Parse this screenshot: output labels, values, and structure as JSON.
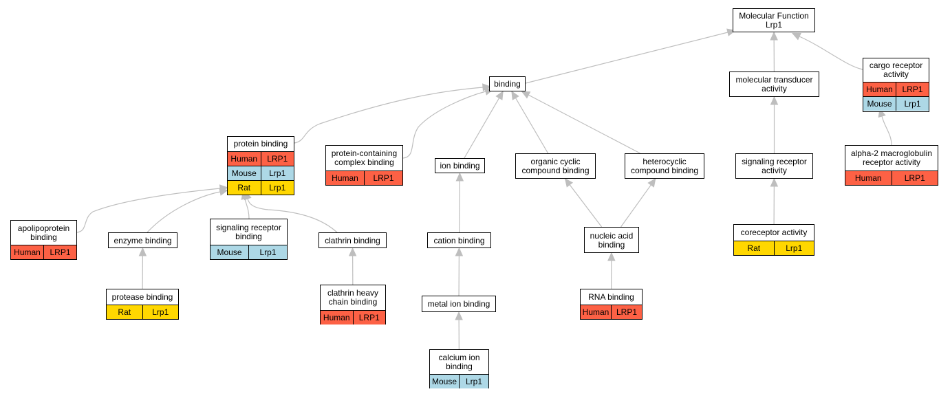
{
  "colors": {
    "Human": "#fd6145",
    "Mouse": "#add8e6",
    "Rat": "#ffd700",
    "edge": "#bebebe"
  },
  "nodes": {
    "molecular_function": {
      "label": "Molecular Function\nLrp1",
      "rows": []
    },
    "binding": {
      "label": "binding",
      "rows": []
    },
    "molecular_transducer": {
      "label": "molecular transducer\nactivity",
      "rows": []
    },
    "cargo_receptor": {
      "label": "cargo receptor\nactivity",
      "rows": [
        {
          "species": "Human",
          "gene": "LRP1"
        },
        {
          "species": "Mouse",
          "gene": "Lrp1"
        }
      ]
    },
    "protein_binding": {
      "label": "protein binding",
      "rows": [
        {
          "species": "Human",
          "gene": "LRP1"
        },
        {
          "species": "Mouse",
          "gene": "Lrp1"
        },
        {
          "species": "Rat",
          "gene": "Lrp1"
        }
      ]
    },
    "protein_containing_complex": {
      "label": "protein-containing\ncomplex binding",
      "rows": [
        {
          "species": "Human",
          "gene": "LRP1"
        }
      ]
    },
    "ion_binding": {
      "label": "ion binding",
      "rows": []
    },
    "organic_cyclic": {
      "label": "organic cyclic\ncompound binding",
      "rows": []
    },
    "heterocyclic": {
      "label": "heterocyclic\ncompound binding",
      "rows": []
    },
    "signaling_receptor_activity": {
      "label": "signaling receptor\nactivity",
      "rows": []
    },
    "alpha2_macroglobulin": {
      "label": "alpha-2 macroglobulin\nreceptor activity",
      "rows": [
        {
          "species": "Human",
          "gene": "LRP1"
        }
      ]
    },
    "apolipoprotein": {
      "label": "apolipoprotein\nbinding",
      "rows": [
        {
          "species": "Human",
          "gene": "LRP1"
        }
      ]
    },
    "enzyme_binding": {
      "label": "enzyme binding",
      "rows": []
    },
    "signaling_receptor_binding": {
      "label": "signaling receptor\nbinding",
      "rows": [
        {
          "species": "Mouse",
          "gene": "Lrp1"
        }
      ]
    },
    "clathrin_binding": {
      "label": "clathrin binding",
      "rows": []
    },
    "cation_binding": {
      "label": "cation binding",
      "rows": []
    },
    "nucleic_acid": {
      "label": "nucleic acid\nbinding",
      "rows": []
    },
    "coreceptor": {
      "label": "coreceptor activity",
      "rows": [
        {
          "species": "Rat",
          "gene": "Lrp1"
        }
      ]
    },
    "protease_binding": {
      "label": "protease binding",
      "rows": [
        {
          "species": "Rat",
          "gene": "Lrp1"
        }
      ]
    },
    "clathrin_heavy_chain": {
      "label": "clathrin heavy\nchain binding",
      "rows": [
        {
          "species": "Human",
          "gene": "LRP1"
        }
      ]
    },
    "metal_ion": {
      "label": "metal ion binding",
      "rows": []
    },
    "rna_binding": {
      "label": "RNA binding",
      "rows": [
        {
          "species": "Human",
          "gene": "LRP1"
        }
      ]
    },
    "calcium_ion": {
      "label": "calcium ion\nbinding",
      "rows": [
        {
          "species": "Mouse",
          "gene": "Lrp1"
        }
      ]
    }
  },
  "edges": [
    {
      "from": "binding",
      "to": "molecular_function"
    },
    {
      "from": "molecular_transducer",
      "to": "molecular_function"
    },
    {
      "from": "cargo_receptor",
      "to": "molecular_function"
    },
    {
      "from": "protein_binding",
      "to": "binding"
    },
    {
      "from": "protein_containing_complex",
      "to": "binding"
    },
    {
      "from": "ion_binding",
      "to": "binding"
    },
    {
      "from": "organic_cyclic",
      "to": "binding"
    },
    {
      "from": "heterocyclic",
      "to": "binding"
    },
    {
      "from": "signaling_receptor_activity",
      "to": "molecular_transducer"
    },
    {
      "from": "alpha2_macroglobulin",
      "to": "cargo_receptor"
    },
    {
      "from": "apolipoprotein",
      "to": "protein_binding"
    },
    {
      "from": "enzyme_binding",
      "to": "protein_binding"
    },
    {
      "from": "signaling_receptor_binding",
      "to": "protein_binding"
    },
    {
      "from": "clathrin_binding",
      "to": "protein_binding"
    },
    {
      "from": "cation_binding",
      "to": "ion_binding"
    },
    {
      "from": "nucleic_acid",
      "to": "organic_cyclic"
    },
    {
      "from": "nucleic_acid",
      "to": "heterocyclic"
    },
    {
      "from": "coreceptor",
      "to": "signaling_receptor_activity"
    },
    {
      "from": "protease_binding",
      "to": "enzyme_binding"
    },
    {
      "from": "clathrin_heavy_chain",
      "to": "clathrin_binding"
    },
    {
      "from": "metal_ion",
      "to": "cation_binding"
    },
    {
      "from": "rna_binding",
      "to": "nucleic_acid"
    },
    {
      "from": "calcium_ion",
      "to": "metal_ion"
    }
  ]
}
